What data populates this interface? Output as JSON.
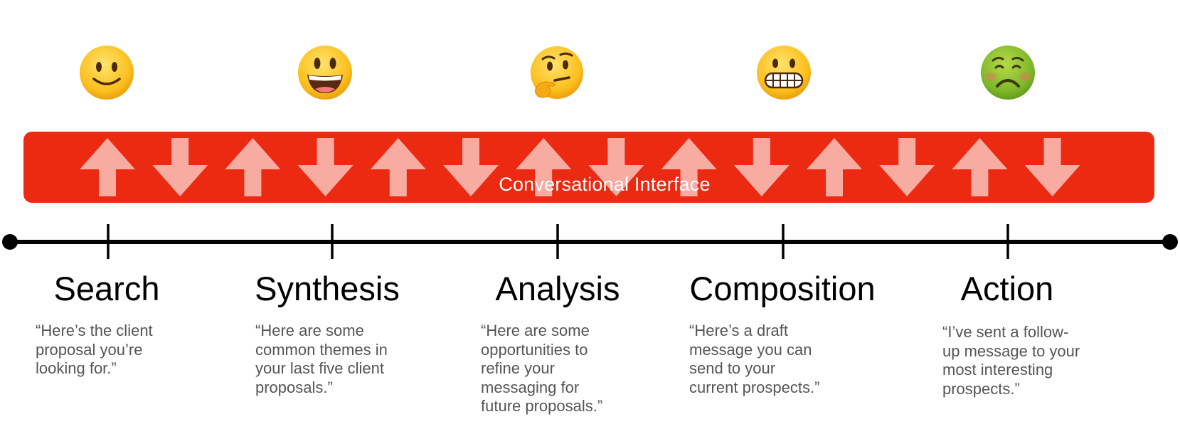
{
  "band": {
    "label": "Conversational Interface",
    "color": "#ec2a11",
    "arrow_color": "#f7aba1",
    "arrows": [
      "up",
      "down",
      "up",
      "down",
      "up",
      "down",
      "up",
      "down",
      "up",
      "down",
      "up",
      "down",
      "up",
      "down"
    ]
  },
  "stages": [
    {
      "emoji": "slightly-smiling-face-icon",
      "title": "Search",
      "quote": "“Here’s the client\nproposal you’re\nlooking for.”"
    },
    {
      "emoji": "grinning-face-icon",
      "title": "Synthesis",
      "quote": "“Here are some\ncommon themes in\nyour last five client\nproposals.”"
    },
    {
      "emoji": "thinking-face-icon",
      "title": "Analysis",
      "quote": "“Here are some\nopportunities to\nrefine your\nmessaging for\nfuture proposals.”"
    },
    {
      "emoji": "grimacing-face-icon",
      "title": "Composition",
      "quote": "“Here’s a draft\nmessage you can\nsend to your\ncurrent prospects.”"
    },
    {
      "emoji": "nauseated-face-icon",
      "title": "Action",
      "quote": "“I’ve sent a follow-\nup message to your\nmost interesting\nprospects.”"
    }
  ]
}
